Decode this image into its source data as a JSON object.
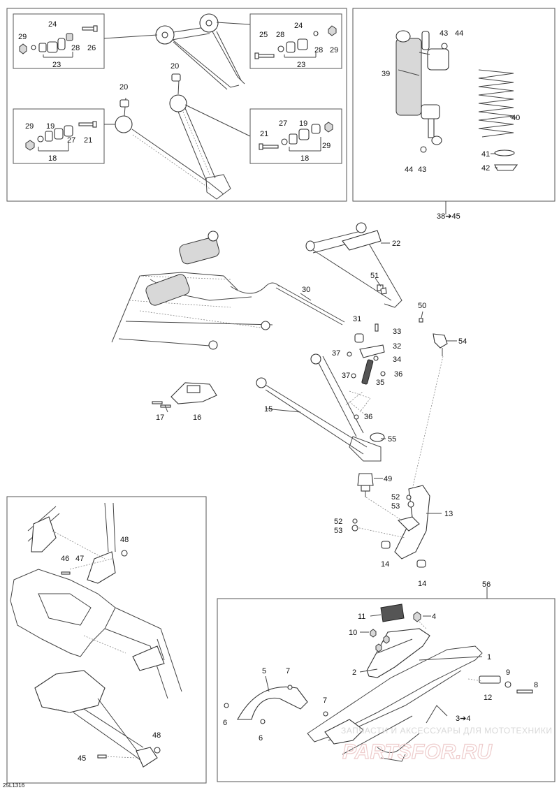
{
  "diagram_ref": "25L1316",
  "group_links": [
    {
      "id": "g1",
      "text": "38➔45"
    },
    {
      "id": "g2",
      "text": "56"
    },
    {
      "id": "g3",
      "text": "3➔4"
    }
  ],
  "callouts": [
    {
      "id": "a29",
      "text": "29"
    },
    {
      "id": "a24",
      "text": "24"
    },
    {
      "id": "a28",
      "text": "28"
    },
    {
      "id": "a26",
      "text": "26"
    },
    {
      "id": "a23",
      "text": "23"
    },
    {
      "id": "b25",
      "text": "25"
    },
    {
      "id": "b28",
      "text": "28"
    },
    {
      "id": "b24",
      "text": "24"
    },
    {
      "id": "b28b",
      "text": "28"
    },
    {
      "id": "b29",
      "text": "29"
    },
    {
      "id": "b23",
      "text": "23"
    },
    {
      "id": "c20",
      "text": "20"
    },
    {
      "id": "c20b",
      "text": "20"
    },
    {
      "id": "d29",
      "text": "29"
    },
    {
      "id": "d19",
      "text": "19"
    },
    {
      "id": "d27",
      "text": "27"
    },
    {
      "id": "d21",
      "text": "21"
    },
    {
      "id": "d18",
      "text": "18"
    },
    {
      "id": "e21",
      "text": "21"
    },
    {
      "id": "e27",
      "text": "27"
    },
    {
      "id": "e19",
      "text": "19"
    },
    {
      "id": "e29",
      "text": "29"
    },
    {
      "id": "e18",
      "text": "18"
    },
    {
      "id": "f43",
      "text": "43"
    },
    {
      "id": "f44",
      "text": "44"
    },
    {
      "id": "f39",
      "text": "39"
    },
    {
      "id": "f40",
      "text": "40"
    },
    {
      "id": "f41",
      "text": "41"
    },
    {
      "id": "f42",
      "text": "42"
    },
    {
      "id": "f44b",
      "text": "44"
    },
    {
      "id": "f43b",
      "text": "43"
    },
    {
      "id": "m22",
      "text": "22"
    },
    {
      "id": "m30",
      "text": "30"
    },
    {
      "id": "m51",
      "text": "51"
    },
    {
      "id": "m50",
      "text": "50"
    },
    {
      "id": "m31",
      "text": "31"
    },
    {
      "id": "m33",
      "text": "33"
    },
    {
      "id": "m32",
      "text": "32"
    },
    {
      "id": "m54",
      "text": "54"
    },
    {
      "id": "m37",
      "text": "37"
    },
    {
      "id": "m34",
      "text": "34"
    },
    {
      "id": "m37b",
      "text": "37"
    },
    {
      "id": "m36",
      "text": "36"
    },
    {
      "id": "m35",
      "text": "35"
    },
    {
      "id": "m15",
      "text": "15"
    },
    {
      "id": "m17",
      "text": "17"
    },
    {
      "id": "m16",
      "text": "16"
    },
    {
      "id": "m36b",
      "text": "36"
    },
    {
      "id": "m55",
      "text": "55"
    },
    {
      "id": "m49",
      "text": "49"
    },
    {
      "id": "m52",
      "text": "52"
    },
    {
      "id": "m53",
      "text": "53"
    },
    {
      "id": "m13",
      "text": "13"
    },
    {
      "id": "m52b",
      "text": "52"
    },
    {
      "id": "m53b",
      "text": "53"
    },
    {
      "id": "m14",
      "text": "14"
    },
    {
      "id": "m14b",
      "text": "14"
    },
    {
      "id": "l48",
      "text": "48"
    },
    {
      "id": "l46",
      "text": "46"
    },
    {
      "id": "l47",
      "text": "47"
    },
    {
      "id": "l48b",
      "text": "48"
    },
    {
      "id": "l45",
      "text": "45"
    },
    {
      "id": "s11",
      "text": "11"
    },
    {
      "id": "s4",
      "text": "4"
    },
    {
      "id": "s10",
      "text": "10"
    },
    {
      "id": "s1",
      "text": "1"
    },
    {
      "id": "s2",
      "text": "2"
    },
    {
      "id": "s5",
      "text": "5"
    },
    {
      "id": "s7",
      "text": "7"
    },
    {
      "id": "s9",
      "text": "9"
    },
    {
      "id": "s8",
      "text": "8"
    },
    {
      "id": "s12",
      "text": "12"
    },
    {
      "id": "s7b",
      "text": "7"
    },
    {
      "id": "s6",
      "text": "6"
    },
    {
      "id": "s6b",
      "text": "6"
    }
  ],
  "watermark": {
    "line1": "ЗАПЧАСТИ И АКСЕССУАРЫ ДЛЯ МОТОТЕХНИКИ",
    "line2": "PARTSFOR.RU"
  }
}
